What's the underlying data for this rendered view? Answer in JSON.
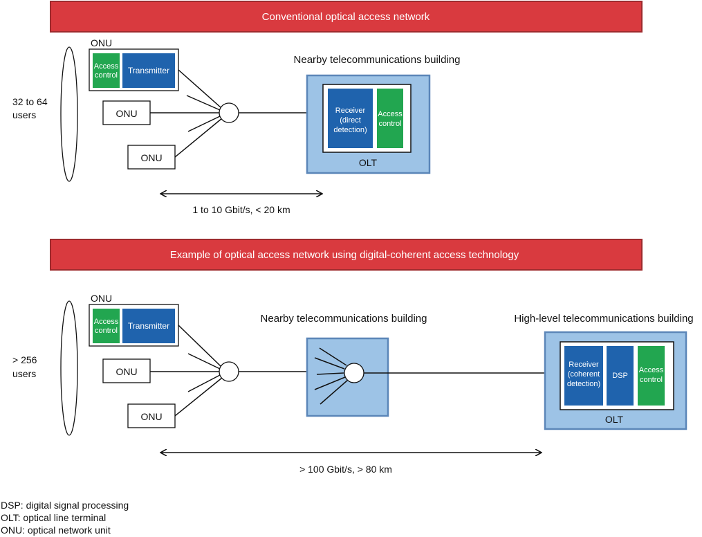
{
  "colors": {
    "banner": "#d93a3f",
    "banner_border": "#9e2a2d",
    "building": "#9dc3e6",
    "building_border": "#5b86b8",
    "receiver_blue": "#1f63ad",
    "access_green": "#22a650"
  },
  "section1": {
    "banner": "Conventional optical access network",
    "onu_title": "ONU",
    "access_control_l1": "Access",
    "access_control_l2": "control",
    "transmitter": "Transmitter",
    "onu2": "ONU",
    "onu3": "ONU",
    "users_l1": "32 to 64",
    "users_l2": "users",
    "building_label": "Nearby telecommunications building",
    "receiver_l1": "Receiver",
    "receiver_l2": "(direct",
    "receiver_l3": "detection)",
    "olt_access_l1": "Access",
    "olt_access_l2": "control",
    "olt": "OLT",
    "span": "1 to 10 Gbit/s, < 20 km"
  },
  "section2": {
    "banner": "Example of optical access network using digital-coherent access technology",
    "onu_title": "ONU",
    "access_control_l1": "Access",
    "access_control_l2": "control",
    "transmitter": "Transmitter",
    "onu2": "ONU",
    "onu3": "ONU",
    "users_l1": "> 256",
    "users_l2": "users",
    "nearby_label": "Nearby telecommunications building",
    "high_label": "High-level telecommunications building",
    "receiver_l1": "Receiver",
    "receiver_l2": "(coherent",
    "receiver_l3": "detection)",
    "dsp": "DSP",
    "olt_access_l1": "Access",
    "olt_access_l2": "control",
    "olt": "OLT",
    "span": "> 100 Gbit/s, > 80 km"
  },
  "legend": [
    "DSP: digital signal processing",
    "OLT: optical line terminal",
    "ONU: optical network unit"
  ]
}
